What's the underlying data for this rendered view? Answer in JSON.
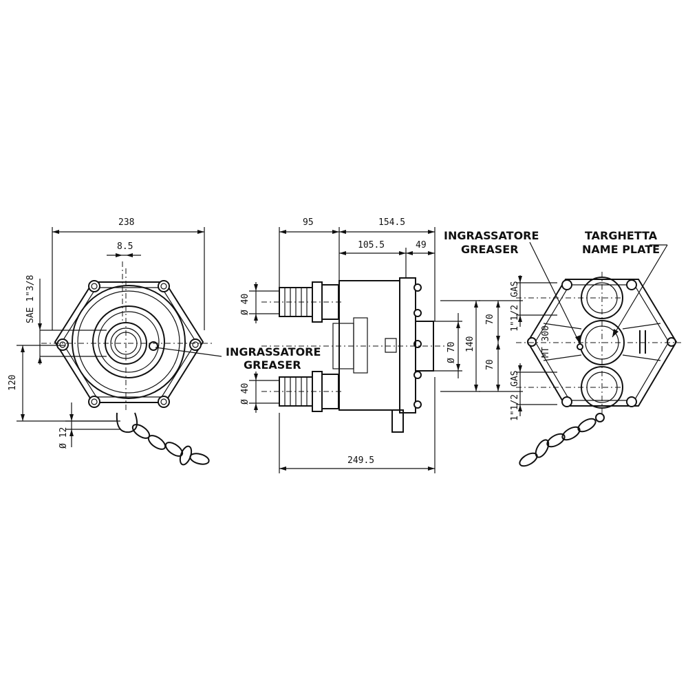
{
  "front_view": {
    "dim_width": "238",
    "dim_offset": "8.5",
    "dim_height": "120",
    "dim_pin": "Ø 12",
    "shaft_label": "SAE 1\"3/8",
    "callout_line1": "INGRASSATORE",
    "callout_line2": "GREASER"
  },
  "side_view": {
    "dim_left": "95",
    "dim_right": "154.5",
    "dim_body": "105.5",
    "dim_flange": "49",
    "dim_port_top": "Ø 40",
    "dim_port_bottom": "Ø 40",
    "dim_hub": "Ø 70",
    "dim_hub_height": "140",
    "dim_total": "249.5"
  },
  "rear_view": {
    "greaser_line1": "INGRASSATORE",
    "greaser_line2": "GREASER",
    "plate_line1": "TARGHETTA",
    "plate_line2": "NAME PLATE",
    "dim_upper": "70",
    "dim_lower": "70",
    "gas_top": "GAS",
    "gas_top_size": "1\"1/2",
    "gas_bottom": "GAS",
    "gas_bottom_size": "1\"1/2",
    "model": "MT 300"
  }
}
